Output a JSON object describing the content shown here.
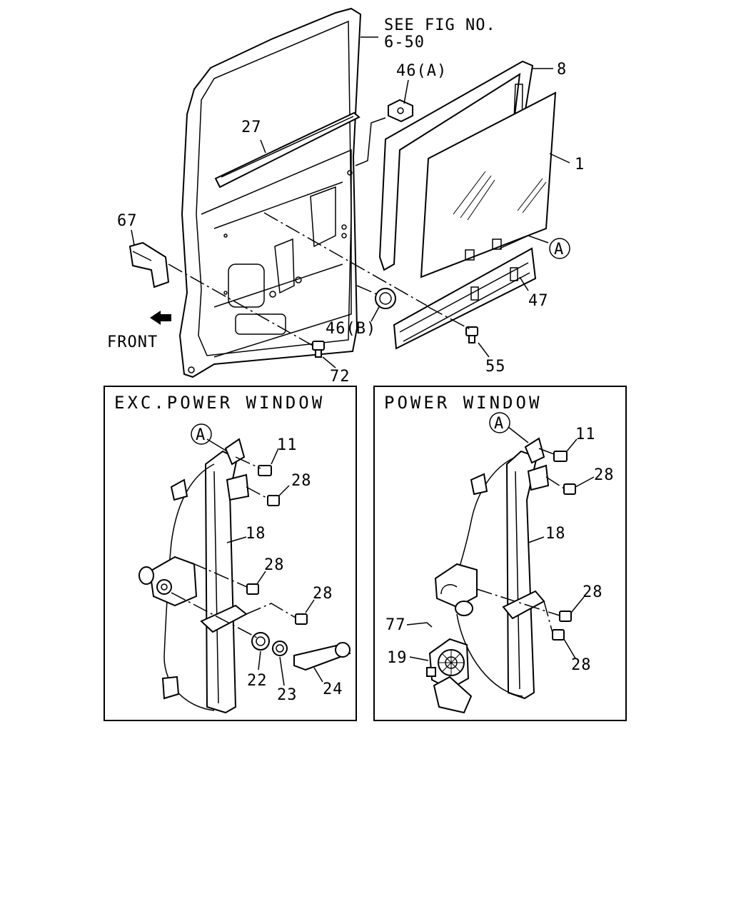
{
  "header": {
    "ref_line1": "SEE FIG NO.",
    "ref_line2": "6-50",
    "front": "FRONT"
  },
  "callouts": [
    {
      "id": "c8",
      "text": "8"
    },
    {
      "id": "c46a",
      "text": "46(A)"
    },
    {
      "id": "c27",
      "text": "27"
    },
    {
      "id": "c1",
      "text": "1"
    },
    {
      "id": "c67",
      "text": "67"
    },
    {
      "id": "cA_top",
      "text": "A"
    },
    {
      "id": "c47",
      "text": "47"
    },
    {
      "id": "c46b",
      "text": "46(B)"
    },
    {
      "id": "c55",
      "text": "55"
    },
    {
      "id": "c72",
      "text": "72"
    }
  ],
  "panels": {
    "left": {
      "title": "EXC.POWER WINDOW",
      "ref": "A",
      "labels": [
        "11",
        "28",
        "18",
        "28",
        "28",
        "22",
        "23",
        "24"
      ]
    },
    "right": {
      "title": "POWER WINDOW",
      "ref": "A",
      "labels": [
        "11",
        "28",
        "18",
        "28",
        "77",
        "19",
        "28"
      ]
    }
  }
}
